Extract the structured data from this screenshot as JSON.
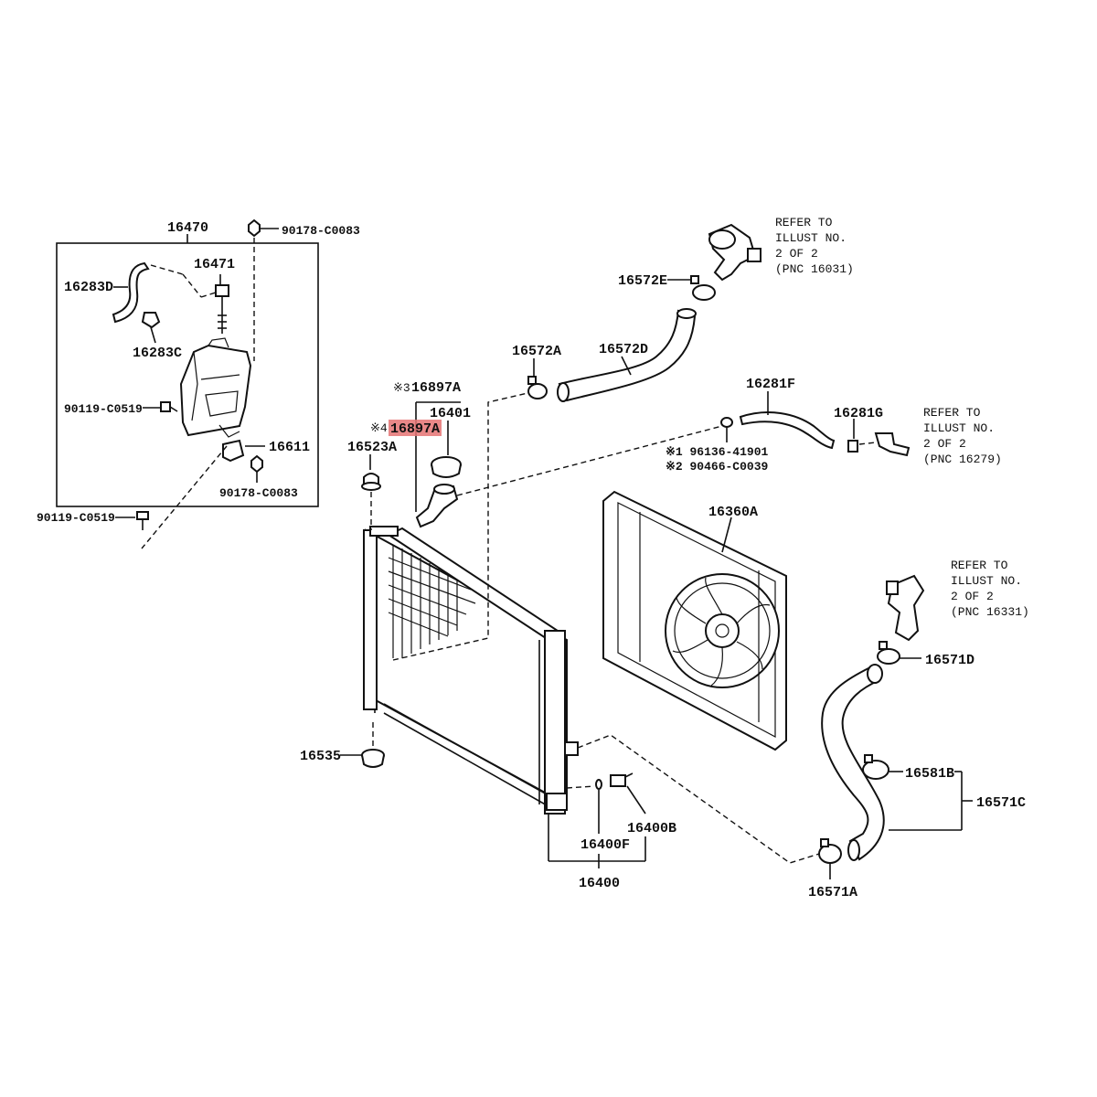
{
  "colors": {
    "highlight": "#e57373",
    "ink": "#111111",
    "background": "#ffffff"
  },
  "labels": {
    "p16470": "16470",
    "p90178_top": "90178-C0083",
    "p16471": "16471",
    "p16283D": "16283D",
    "p16283C": "16283C",
    "p90119_in": "90119-C0519",
    "p16611": "16611",
    "p90178_bot": "90178-C0083",
    "p90119_out": "90119-C0519",
    "mark3": "※3",
    "p16897A_3": "16897A",
    "mark4": "※4",
    "p16897A_4": "16897A",
    "p16401": "16401",
    "p16523A": "16523A",
    "p16572A": "16572A",
    "p16572D": "16572D",
    "p16572E": "16572E",
    "p16281F": "16281F",
    "p16281G": "16281G",
    "mark1_line": "※1 96136-41901",
    "mark2_line": "※2 90466-C0039",
    "p16360A": "16360A",
    "p16571D": "16571D",
    "p16581B": "16581B",
    "p16571C": "16571C",
    "p16571A": "16571A",
    "p16535": "16535",
    "p16400F": "16400F",
    "p16400B": "16400B",
    "p16400": "16400"
  },
  "refs": {
    "top": {
      "l1": "REFER TO",
      "l2": "ILLUST NO.",
      "l3": "2 OF 2",
      "l4": "(PNC 16031)"
    },
    "mid": {
      "l1": "REFER TO",
      "l2": "ILLUST NO.",
      "l3": "2 OF 2",
      "l4": "(PNC 16279)"
    },
    "right": {
      "l1": "REFER TO",
      "l2": "ILLUST NO.",
      "l3": "2 OF 2",
      "l4": "(PNC 16331)"
    }
  }
}
